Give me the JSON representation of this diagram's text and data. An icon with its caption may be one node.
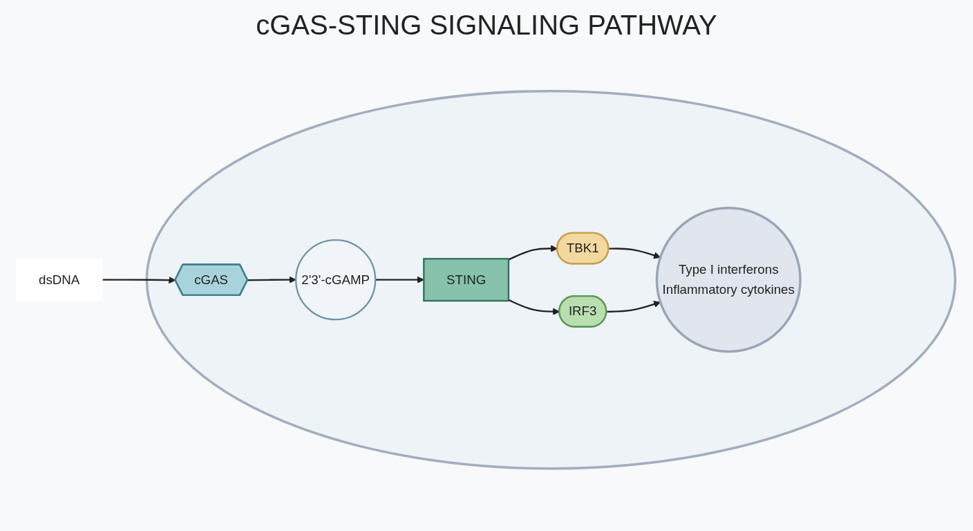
{
  "diagram": {
    "title": "cGAS-STING SIGNALING PATHWAY",
    "nodes": [
      {
        "text": [
          "dsDNA"
        ]
      },
      {
        "text": [],
        "shape": "circle"
      },
      {
        "text": [
          "cGAS"
        ],
        "in": 1
      },
      {
        "text": [
          "2'3'-cGAMP"
        ],
        "in": 1
      },
      {
        "text": [
          "STING"
        ],
        "in": 1
      },
      {
        "text": [
          "TBK1"
        ],
        "in": 1
      },
      {
        "text": [
          "IRF3"
        ],
        "in": 1
      },
      {
        "text": [
          "Type I interferons",
          "Inflammatory cytokines"
        ],
        "in": 1
      }
    ],
    "edges": [
      {
        "from": 0,
        "to": 2,
        "arrow": "to"
      },
      {
        "from": 2,
        "to": 3,
        "arrow": "to"
      },
      {
        "from": 3,
        "to": 4,
        "arrow": "to"
      },
      {
        "from": 4,
        "to": 5,
        "arrow": "to"
      },
      {
        "from": 4,
        "to": 6,
        "arrow": "to"
      },
      {
        "from": 5,
        "to": 7,
        "arrow": "to"
      },
      {
        "from": 6,
        "to": 7,
        "arrow": "to"
      }
    ]
  }
}
